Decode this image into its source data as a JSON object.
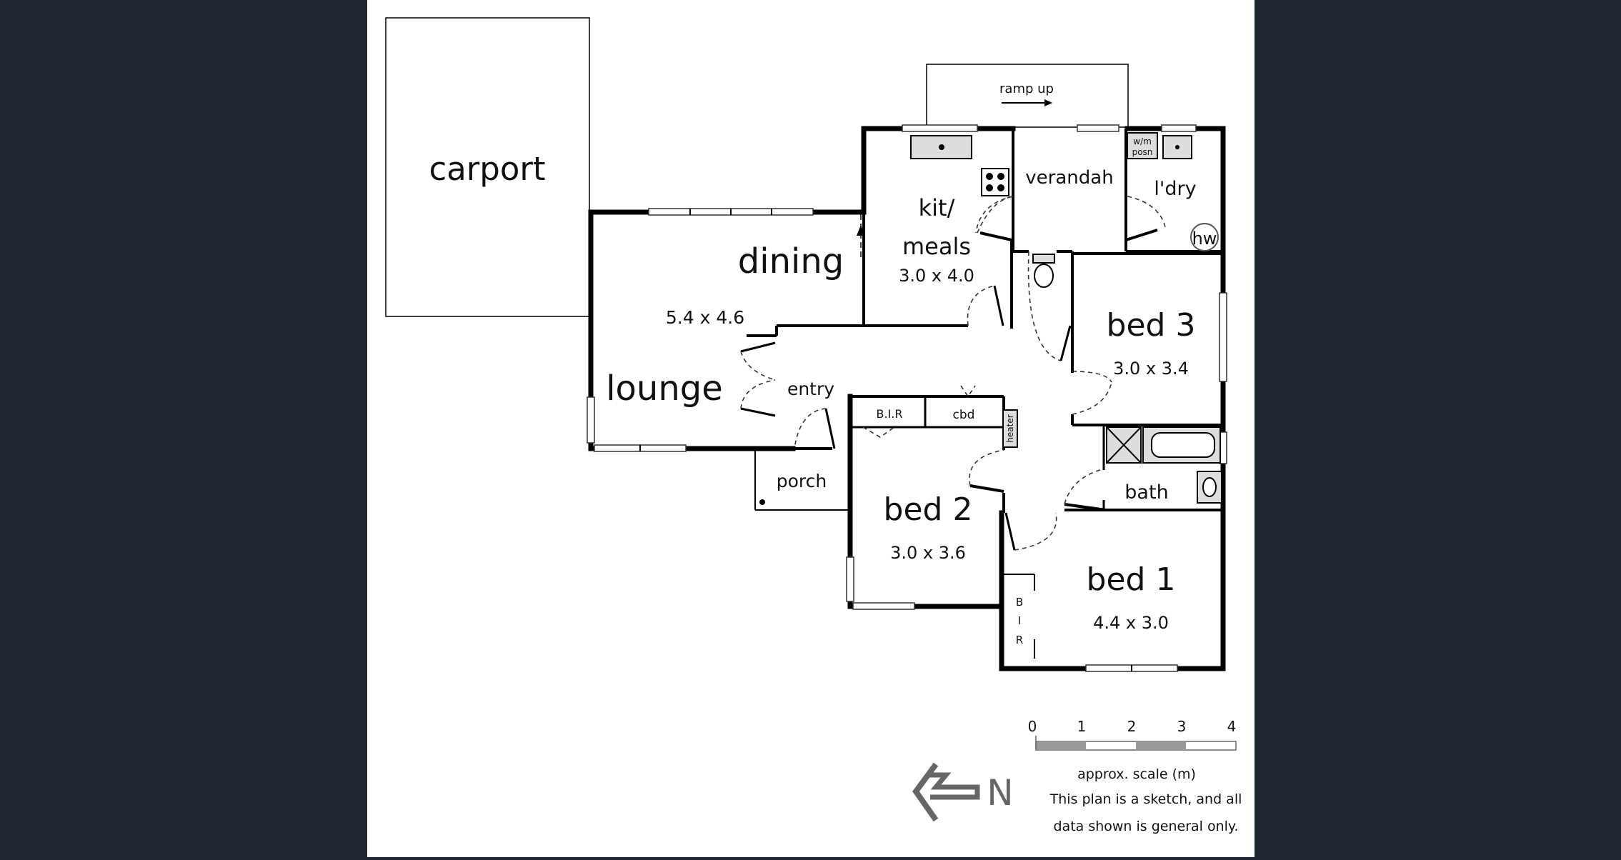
{
  "rooms": {
    "carport": "carport",
    "dining": "dining",
    "dining_size": "5.4 x 4.6",
    "lounge": "lounge",
    "entry": "entry",
    "porch": "porch",
    "kit_line1": "kit/",
    "kit_line2": "meals",
    "kit_size": "3.0 x 4.0",
    "verandah": "verandah",
    "ramp": "ramp up",
    "ldry": "l'dry",
    "hw": "hw",
    "wm_line1": "w/m",
    "wm_line2": "posn",
    "bed3": "bed 3",
    "bed3_size": "3.0 x 3.4",
    "bed2": "bed 2",
    "bed2_size": "3.0 x 3.6",
    "bed1": "bed 1",
    "bed1_size": "4.4 x 3.0",
    "bath": "bath",
    "bir_small": "B.I.R",
    "cbd": "cbd",
    "heater": "heater",
    "bir_b": "B",
    "bir_i": "I",
    "bir_r": "R"
  },
  "scale": {
    "ticks": [
      "0",
      "1",
      "2",
      "3",
      "4"
    ],
    "label": "approx. scale (m)"
  },
  "compass": {
    "letter": "N"
  },
  "disclaimer": {
    "line1": "This plan is a sketch, and all",
    "line2": "data shown is general only."
  }
}
